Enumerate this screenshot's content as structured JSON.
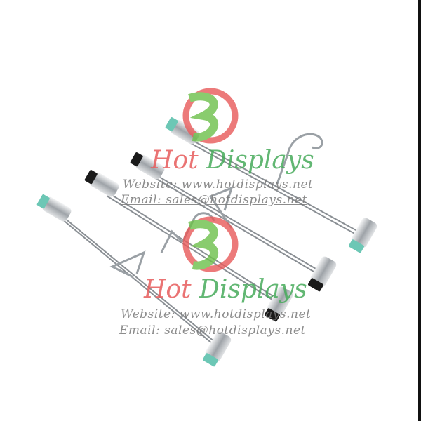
{
  "watermarks": [
    {
      "brand_word1": "Hot",
      "brand_word2": "Displays",
      "website": "Website: www.hotdisplays.net",
      "email": "Email: sales@hotdisplays.net"
    },
    {
      "brand_word1": "Hot",
      "brand_word2": "Displays",
      "website": "Website: www.hotdisplays.net",
      "email": "Email: sales@hotdisplays.net"
    }
  ],
  "colors": {
    "clip_teal": "#6cc7b5",
    "clip_black": "#1a1a1a",
    "metal": "#b8bcc0",
    "logo_red": "#e85a5a",
    "logo_green": "#6cc04a"
  }
}
